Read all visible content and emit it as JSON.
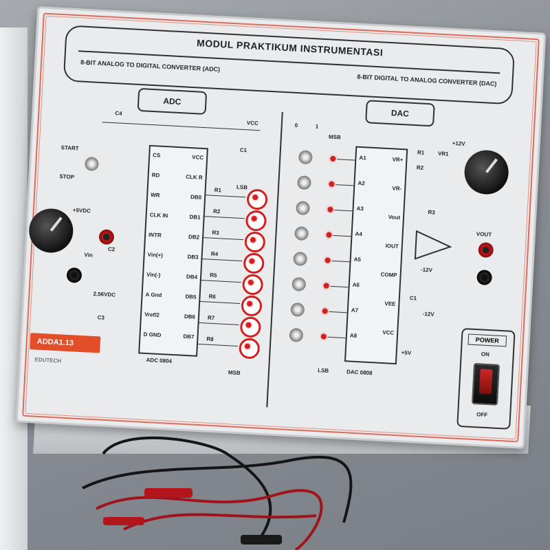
{
  "panel": {
    "title": "MODUL PRAKTIKUM INSTRUMENTASI",
    "subtitle_left": "8-BIT ANALOG TO DIGITAL CONVERTER (ADC)",
    "subtitle_right": "8-BIT DIGITAL TO ANALOG CONVERTER (DAC)"
  },
  "adc": {
    "label": "ADC",
    "chip_name": "ADC 0804",
    "start_label": "START",
    "stop_label": "STOP",
    "pins_left": [
      "CS",
      "RD",
      "WR",
      "CLK IN",
      "INTR",
      "Vin(+)",
      "Vin(-)",
      "A Gnd",
      "Vref/2",
      "D GND"
    ],
    "pins_right": [
      "VCC",
      "CLK R",
      "DB0",
      "DB1",
      "DB2",
      "DB3",
      "DB4",
      "DB5",
      "DB6",
      "DB7"
    ],
    "resistors": [
      "R1",
      "R2",
      "R3",
      "R4",
      "R5",
      "R6",
      "R7",
      "R8"
    ],
    "lsb": "LSB",
    "msb": "MSB",
    "vcc": "VCC",
    "cap_labels": [
      "C4",
      "C1",
      "C2",
      "C3"
    ],
    "vin": "Vin",
    "vref": "2.56VDC",
    "supply": "+5VDC"
  },
  "dac": {
    "label": "DAC",
    "chip_name": "DAC 0808",
    "switch_states": [
      "0",
      "1"
    ],
    "msb": "MSB",
    "lsb": "LSB",
    "pins_left": [
      "A1",
      "A2",
      "A3",
      "A4",
      "A5",
      "A6",
      "A7",
      "A8"
    ],
    "pins_right": [
      "VR+",
      "VR-",
      "Vout",
      "IOUT",
      "COMP",
      "VEE",
      "VCC"
    ],
    "vr": "VR1",
    "supply_pos": "+12V",
    "supply_neg": "-12V",
    "supply_vcc": "+5V",
    "vout_label": "VOUT",
    "resistors": [
      "R1",
      "R2",
      "R3"
    ],
    "cap": "C1"
  },
  "badge": "ADDA1.13",
  "brand": "EDUTECH",
  "power": {
    "title": "POWER",
    "on": "ON",
    "off": "OFF"
  },
  "colors": {
    "panel": "#e9ebec",
    "stripe": "#e06a58",
    "led": "#d21f1f",
    "badge": "#e24d2a"
  }
}
